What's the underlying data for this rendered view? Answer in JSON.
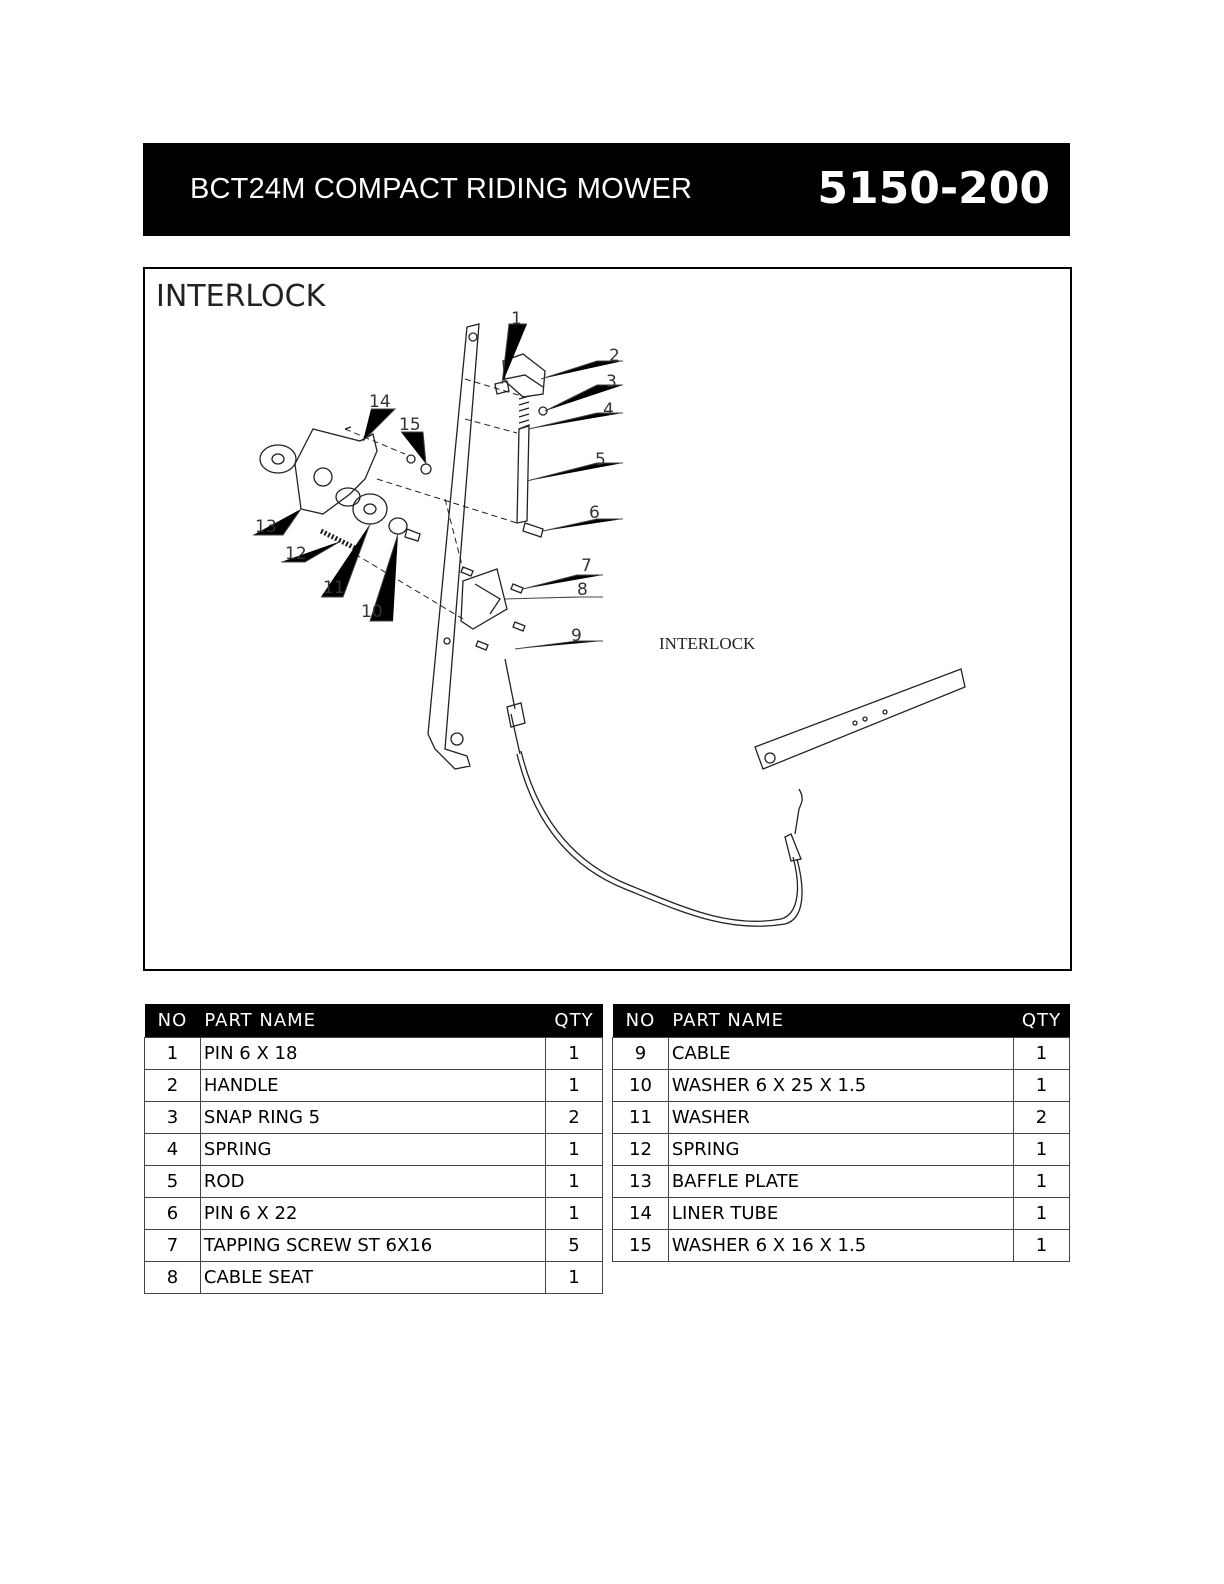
{
  "header": {
    "title": "BCT24M COMPACT RIDING MOWER",
    "code": "5150-200"
  },
  "diagram": {
    "section_title": "INTERLOCK",
    "caption": "INTERLOCK",
    "callouts": [
      "1",
      "2",
      "3",
      "4",
      "5",
      "6",
      "7",
      "8",
      "9",
      "10",
      "11",
      "12",
      "13",
      "14",
      "15"
    ]
  },
  "table": {
    "headers": {
      "no": "NO",
      "name": "PART NAME",
      "qty": "QTY"
    },
    "left": [
      {
        "no": "1",
        "name": "PIN 6 X 18",
        "qty": "1"
      },
      {
        "no": "2",
        "name": "HANDLE",
        "qty": "1"
      },
      {
        "no": "3",
        "name": "SNAP RING 5",
        "qty": "2"
      },
      {
        "no": "4",
        "name": "SPRING",
        "qty": "1"
      },
      {
        "no": "5",
        "name": "ROD",
        "qty": "1"
      },
      {
        "no": "6",
        "name": "PIN 6 X 22",
        "qty": "1"
      },
      {
        "no": "7",
        "name": "TAPPING SCREW ST 6X16",
        "qty": "5"
      },
      {
        "no": "8",
        "name": "CABLE SEAT",
        "qty": "1"
      }
    ],
    "right": [
      {
        "no": "9",
        "name": "CABLE",
        "qty": "1"
      },
      {
        "no": "10",
        "name": "WASHER 6 X 25 X 1.5",
        "qty": "1"
      },
      {
        "no": "11",
        "name": "WASHER",
        "qty": "2"
      },
      {
        "no": "12",
        "name": "SPRING",
        "qty": "1"
      },
      {
        "no": "13",
        "name": "BAFFLE PLATE",
        "qty": "1"
      },
      {
        "no": "14",
        "name": "LINER TUBE",
        "qty": "1"
      },
      {
        "no": "15",
        "name": "WASHER 6 X 16 X 1.5",
        "qty": "1"
      }
    ]
  }
}
